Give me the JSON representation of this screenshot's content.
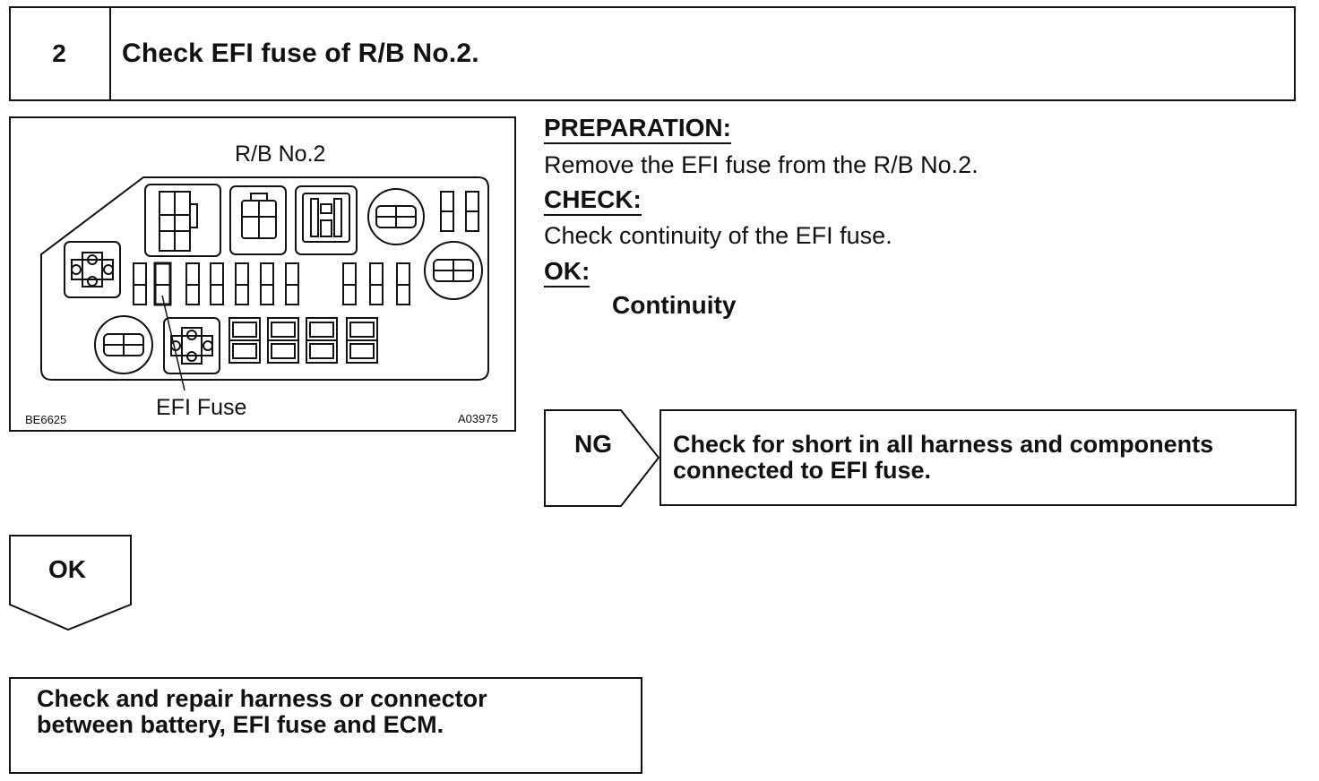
{
  "step": {
    "number": "2",
    "title": "Check EFI fuse of R/B No.2."
  },
  "figure": {
    "title": "R/B No.2",
    "callout": "EFI Fuse",
    "code_left": "BE6625",
    "code_right": "A03975"
  },
  "instructions": {
    "preparation_heading": "PREPARATION:",
    "preparation_text": "Remove the EFI fuse from the R/B No.2.",
    "check_heading": "CHECK:",
    "check_text": "Check continuity of the EFI fuse.",
    "ok_heading": "OK:",
    "ok_value": "Continuity"
  },
  "ng_branch": {
    "label": "NG",
    "result_line1": "Check for short in all harness and components",
    "result_line2": "connected to EFI fuse."
  },
  "ok_branch": {
    "label": "OK",
    "next_step_line1": "Check and repair harness or connector",
    "next_step_line2": "between battery, EFI fuse and ECM."
  }
}
